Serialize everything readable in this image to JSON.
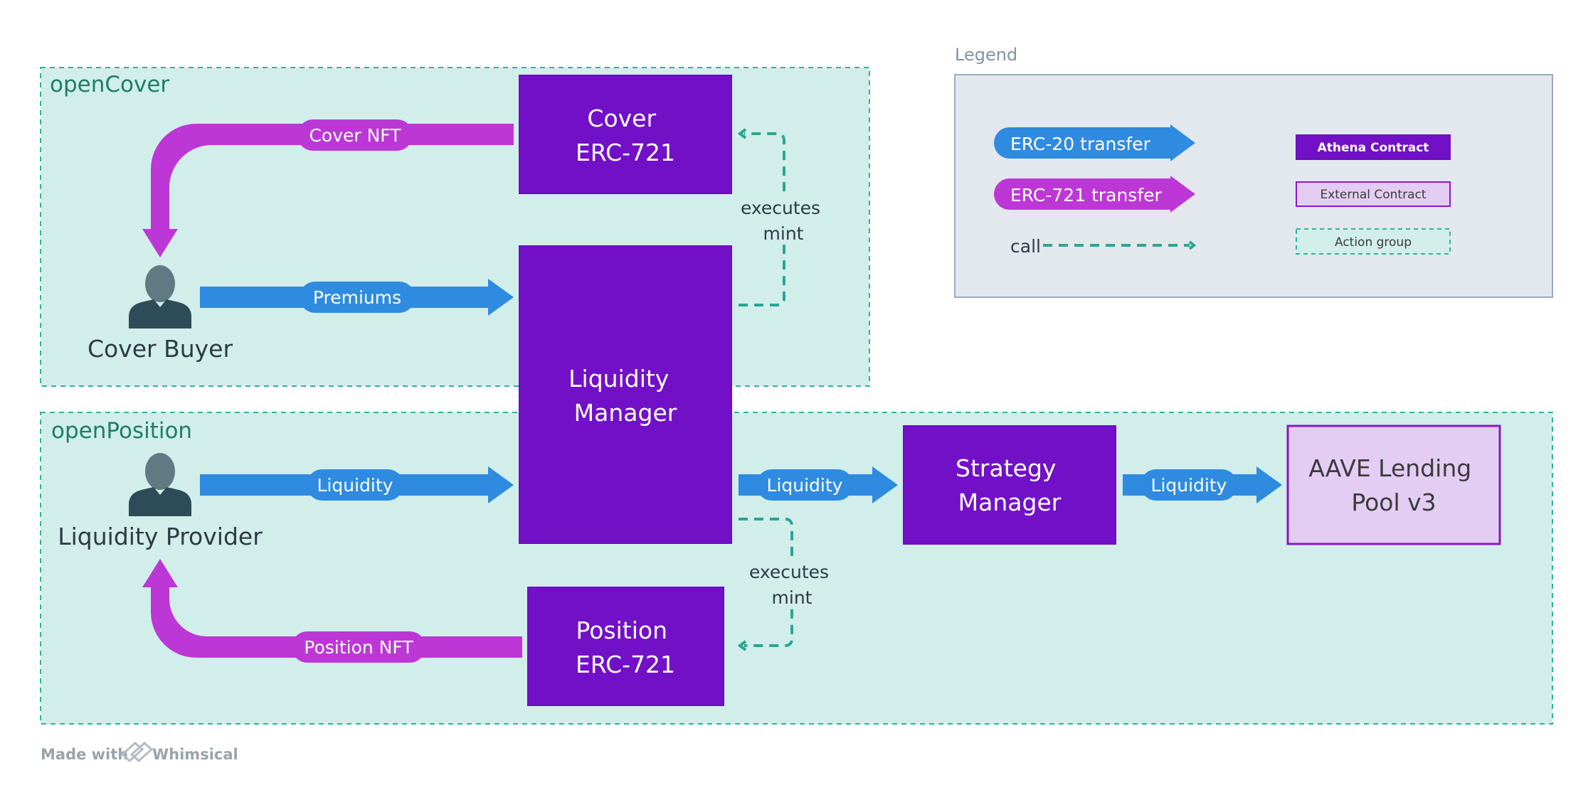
{
  "groups": {
    "open_cover": "openCover",
    "open_position": "openPosition"
  },
  "legend": {
    "title": "Legend",
    "erc20_transfer": "ERC-20 transfer",
    "erc721_transfer": "ERC-721 transfer",
    "call": "call",
    "athena_contract": "Athena Contract",
    "external_contract": "External Contract",
    "action_group": "Action group"
  },
  "nodes": {
    "cover_erc721": [
      "Cover",
      "ERC-721"
    ],
    "liquidity_manager": [
      "Liquidity",
      "Manager"
    ],
    "position_erc721": [
      "Position",
      "ERC-721"
    ],
    "strategy_manager": [
      "Strategy",
      "Manager"
    ],
    "aave_pool": [
      "AAVE Lending",
      "Pool v3"
    ]
  },
  "actors": {
    "cover_buyer": "Cover Buyer",
    "liquidity_provider": "Liquidity Provider"
  },
  "edges": {
    "cover_nft": "Cover NFT",
    "premiums": "Premiums",
    "liquidity_in": "Liquidity",
    "liquidity_to_strategy": "Liquidity",
    "liquidity_to_aave": "Liquidity",
    "position_nft": "Position NFT"
  },
  "calls": {
    "cover_mint": [
      "executes",
      "mint"
    ],
    "position_mint": [
      "executes",
      "mint"
    ]
  },
  "footer": {
    "made_with": "Made with",
    "brand": "Whimsical"
  },
  "colors": {
    "athena_contract": "#7210c8",
    "external_contract": "#e4cdf3",
    "erc20_arrow": "#2f8be0",
    "erc721_arrow": "#bd37d6",
    "action_group_fill": "#d1eeeb",
    "action_group_border": "#2bb59a",
    "actor_head": "#5f7a82",
    "actor_body": "#2e4c57"
  },
  "icons": {
    "actor": "person-silhouette-icon",
    "brand": "whimsical-logo-icon"
  }
}
